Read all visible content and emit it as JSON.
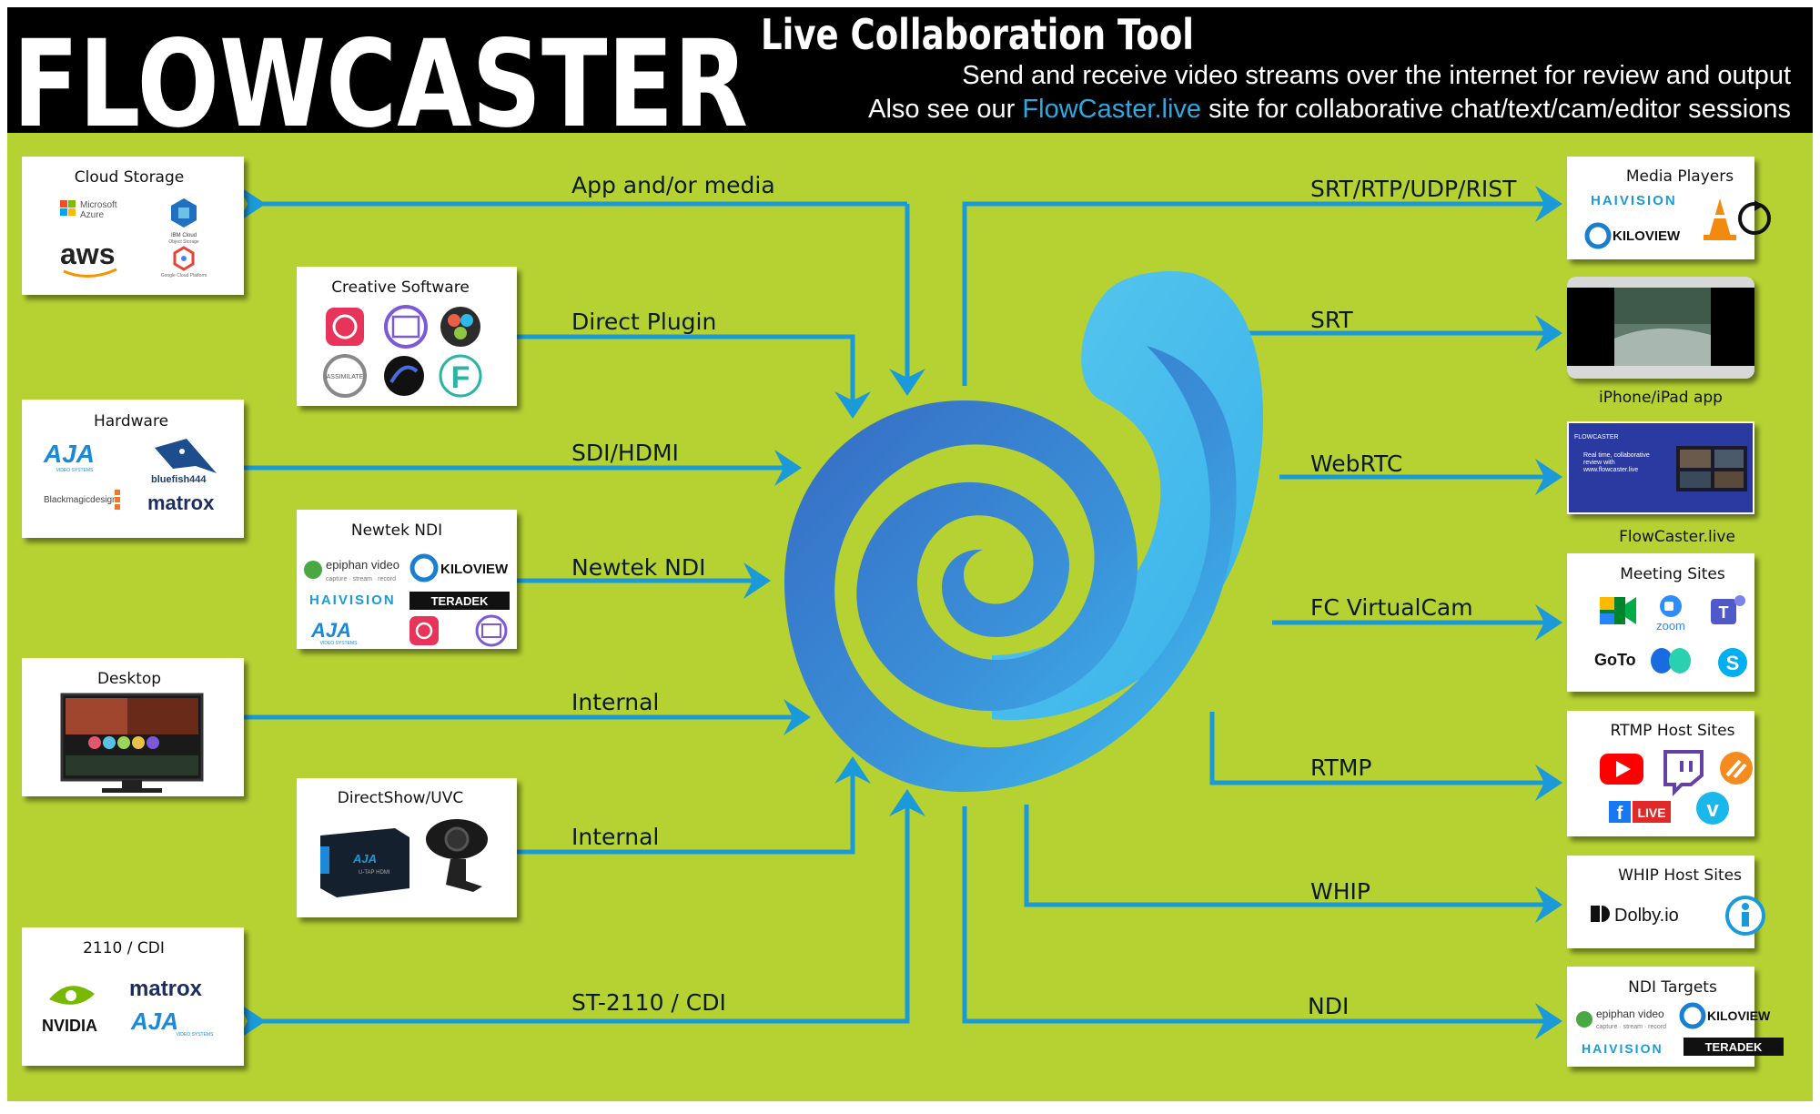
{
  "header": {
    "brand": "FLOWCASTER",
    "subtitle": "Live Collaboration Tool",
    "line1": "Send and receive video streams over the internet for review and output",
    "line2_pre": "Also see our ",
    "line2_link": "FlowCaster.live",
    "line2_post": " site for collaborative chat/text/cam/editor sessions"
  },
  "colors": {
    "background": "#b6d232",
    "arrow": "#1a9ad8",
    "header_bg": "#000000",
    "link": "#2fa8e0",
    "spiral_light": "#3fb8ee",
    "spiral_dark": "#3566c0"
  },
  "left_boxes": {
    "cloud": {
      "title": "Cloud Storage",
      "logos": [
        "Microsoft",
        "Azure",
        "aws",
        "IBM Cloud",
        "Object Storage",
        "Google Cloud Platform"
      ]
    },
    "creative": {
      "title": "Creative Software",
      "logos": [
        "ASSIMILATE"
      ]
    },
    "hardware": {
      "title": "Hardware",
      "logos": [
        "AJA",
        "VIDEO SYSTEMS",
        "bluefish444",
        "Blackmagicdesign",
        "matrox"
      ]
    },
    "ndi": {
      "title": "Newtek NDI",
      "logos": [
        "epiphan video",
        "capture · stream · record",
        "KILOVIEW",
        "HAIVISION",
        "TERADEK",
        "AJA",
        "VIDEO SYSTEMS"
      ]
    },
    "desktop": {
      "title": "Desktop"
    },
    "directshow": {
      "title": "DirectShow/UVC",
      "logos": [
        "AJA",
        "U-TAP HDMI"
      ]
    },
    "cdi": {
      "title": "2110  / CDI",
      "logos": [
        "NVIDIA",
        "matrox",
        "AJA",
        "VIDEO SYSTEMS"
      ]
    }
  },
  "right_boxes": {
    "media": {
      "title": "Media Players",
      "logos": [
        "HAIVISION",
        "KILOVIEW"
      ]
    },
    "iphone": {
      "caption": "iPhone/iPad app"
    },
    "fclive": {
      "caption": "FlowCaster.live",
      "screen_text": [
        "FLOWCASTER",
        "Real time, collaborative",
        "review with",
        "www.flowcaster.live"
      ]
    },
    "meeting": {
      "title": "Meeting Sites",
      "logos": [
        "zoom",
        "GoTo"
      ]
    },
    "rtmp": {
      "title": "RTMP Host Sites",
      "logos": [
        "LIVE"
      ]
    },
    "whip": {
      "title": "WHIP Host Sites",
      "logos": [
        "Dolby.io"
      ]
    },
    "ndi": {
      "title": "NDI Targets",
      "logos": [
        "epiphan video",
        "capture · stream · record",
        "KILOVIEW",
        "HAIVISION",
        "TERADEK"
      ]
    }
  },
  "left_labels": {
    "app": "App and/or media",
    "plugin": "Direct Plugin",
    "sdi": "SDI/HDMI",
    "ndi": "Newtek NDI",
    "internal1": "Internal",
    "internal2": "Internal",
    "st2110": "ST-2110 / CDI"
  },
  "right_labels": {
    "srt_multi": "SRT/RTP/UDP/RIST",
    "srt": "SRT",
    "webrtc": "WebRTC",
    "vcam": "FC VirtualCam",
    "rtmp": "RTMP",
    "whip": "WHIP",
    "ndi": "NDI"
  }
}
